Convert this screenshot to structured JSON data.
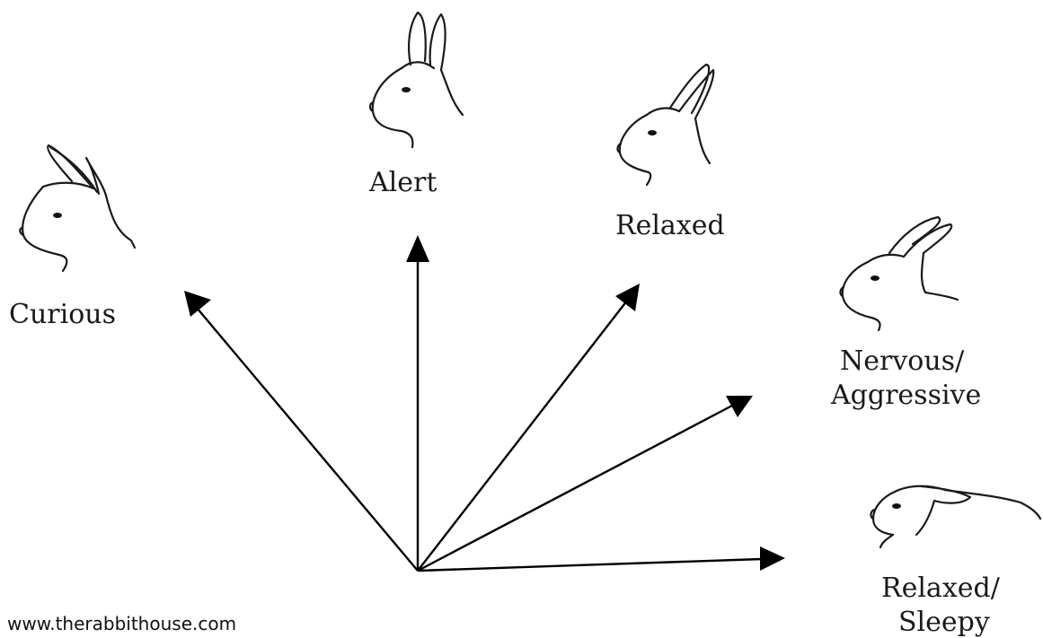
{
  "diagram": {
    "credit": "www.therabbithouse.com",
    "positions": [
      {
        "id": "curious",
        "lines": [
          "Curious"
        ],
        "ear_icon": "rabbit-ears-forward-icon"
      },
      {
        "id": "alert",
        "lines": [
          "Alert"
        ],
        "ear_icon": "rabbit-ears-upright-icon"
      },
      {
        "id": "relaxed",
        "lines": [
          "Relaxed"
        ],
        "ear_icon": "rabbit-ears-back-icon"
      },
      {
        "id": "nervous-aggressive",
        "lines": [
          "Nervous/",
          "Aggressive"
        ],
        "ear_icon": "rabbit-ears-flattened-icon"
      },
      {
        "id": "relaxed-sleepy",
        "lines": [
          "Relaxed/",
          "Sleepy"
        ],
        "ear_icon": "rabbit-ears-flat-down-icon"
      }
    ]
  }
}
